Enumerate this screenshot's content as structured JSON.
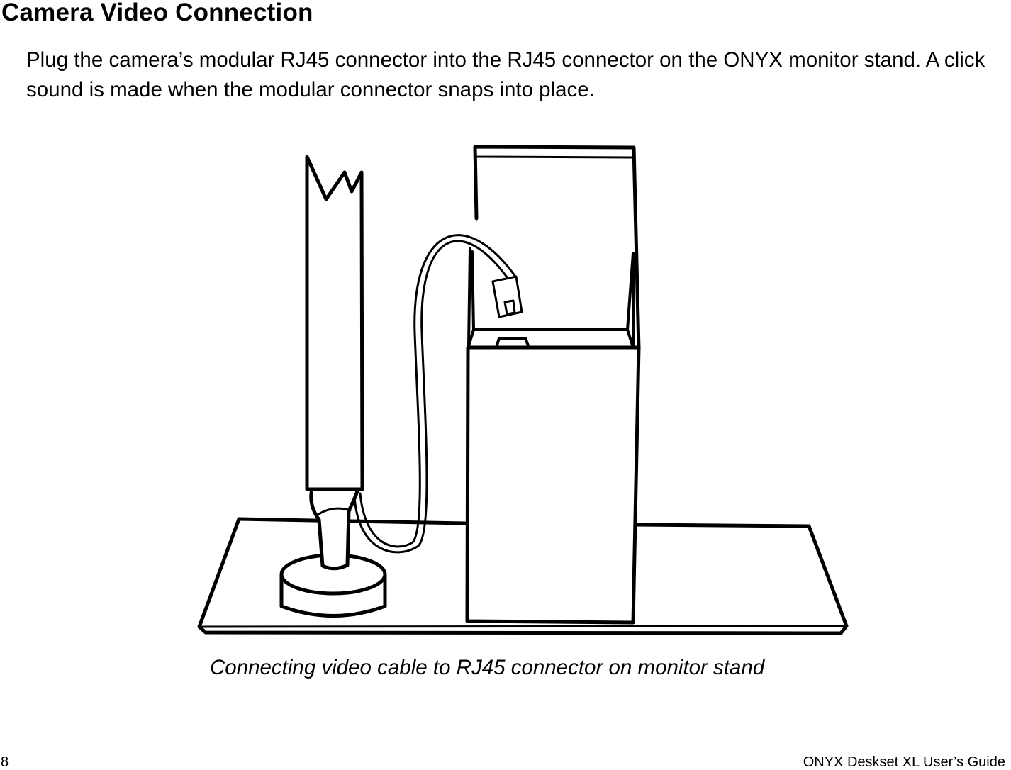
{
  "page": {
    "heading": "Camera Video Connection",
    "paragraph": "Plug the camera’s modular RJ45 connector into the RJ45 connector on the ONYX monitor stand. A click sound is made when the modular connector snaps into place.",
    "figure": {
      "caption": "Connecting video cable to RJ45 connector on monitor stand",
      "depicts": "camera-on-stand-with-cable-into-monitor-stand"
    }
  },
  "footer": {
    "page_number": "8",
    "guide_title": "ONYX Deskset XL User’s Guide"
  },
  "colors": {
    "ink": "#000000",
    "paper": "#ffffff"
  }
}
